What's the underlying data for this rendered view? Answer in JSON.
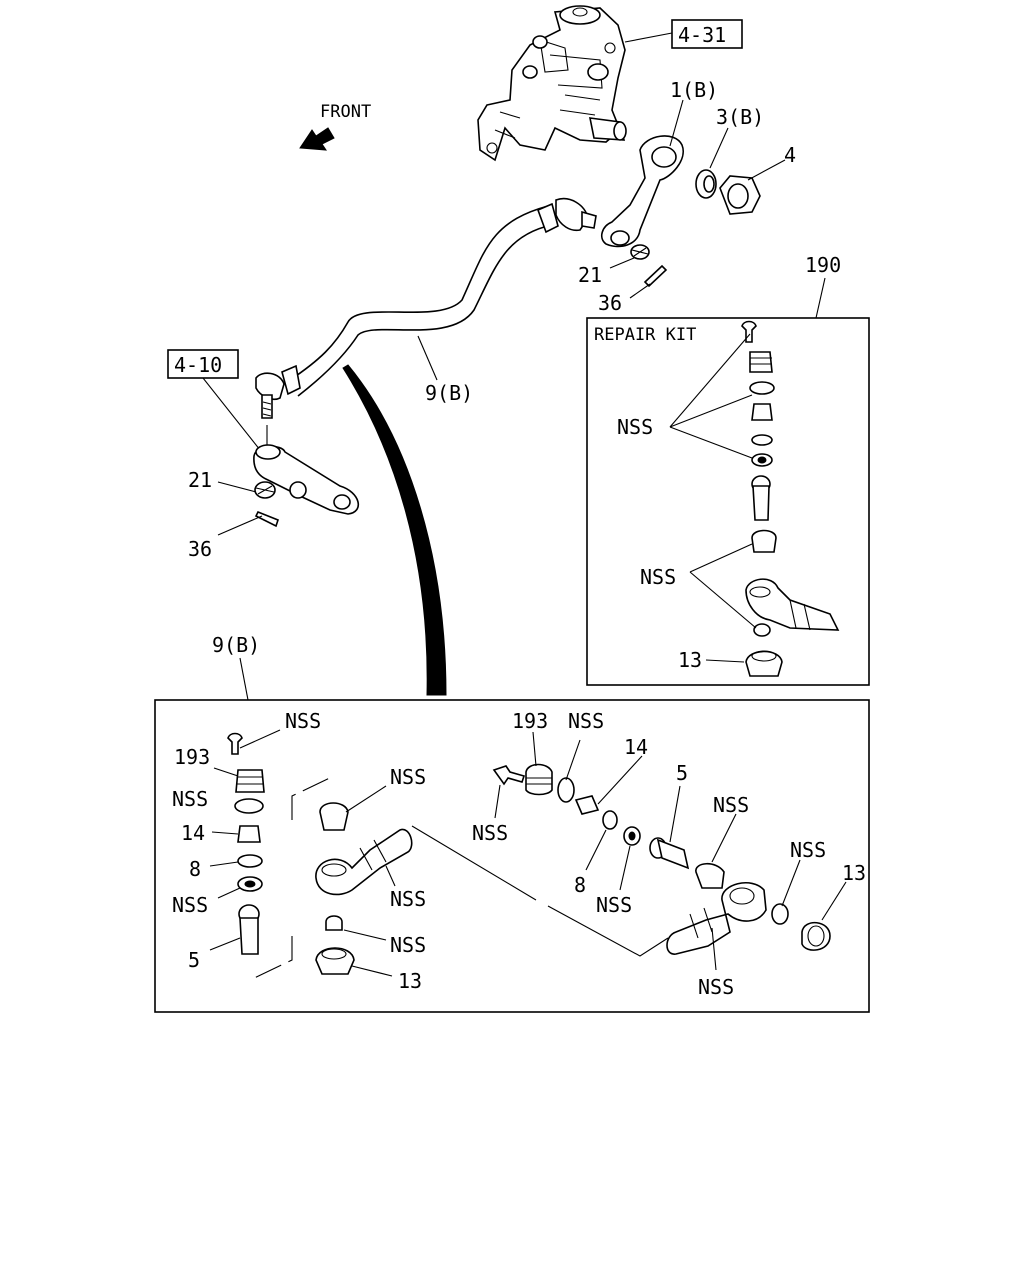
{
  "front_label": "FRONT",
  "refs": {
    "ref_4_31": "4-31",
    "ref_4_10": "4-10"
  },
  "upper_labels": {
    "l_1b": "1(B)",
    "l_3b": "3(B)",
    "l_4": "4",
    "l_21_top": "21",
    "l_36_top": "36",
    "l_9b_mid": "9(B)",
    "l_21_left": "21",
    "l_36_left": "36",
    "l_190": "190",
    "l_9b_box": "9(B)"
  },
  "repair_kit": {
    "title": "REPAIR KIT",
    "l_nss_1": "NSS",
    "l_nss_2": "NSS",
    "l_13": "13"
  },
  "detail_box": {
    "left_stack": [
      "NSS",
      "193",
      "NSS",
      "14",
      "8",
      "NSS",
      "5"
    ],
    "center": [
      "NSS",
      "NSS",
      "NSS",
      "13"
    ],
    "right_top": [
      "193",
      "NSS",
      "14",
      "NSS",
      "5",
      "NSS",
      "NSS",
      "13"
    ],
    "right_bottom": [
      "8",
      "NSS",
      "NSS"
    ]
  }
}
